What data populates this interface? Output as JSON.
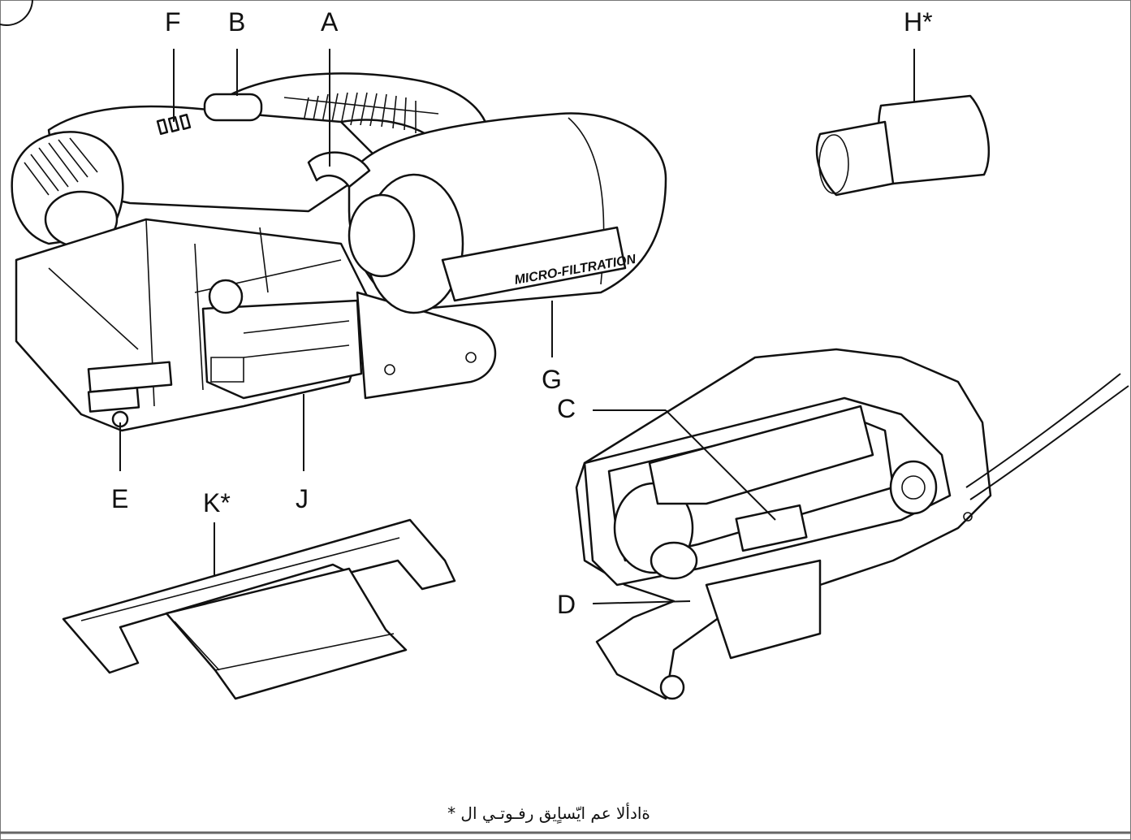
{
  "callouts": {
    "A": "A",
    "B": "B",
    "C": "C",
    "D": "D",
    "E": "E",
    "F": "F",
    "G": "G",
    "H": "H*",
    "J": "J",
    "K": "K*"
  },
  "brand_text": "MICRO-FILTRATION",
  "footnote": "ةادألا عم ايّساٍيق رفـوتـي ال  *"
}
